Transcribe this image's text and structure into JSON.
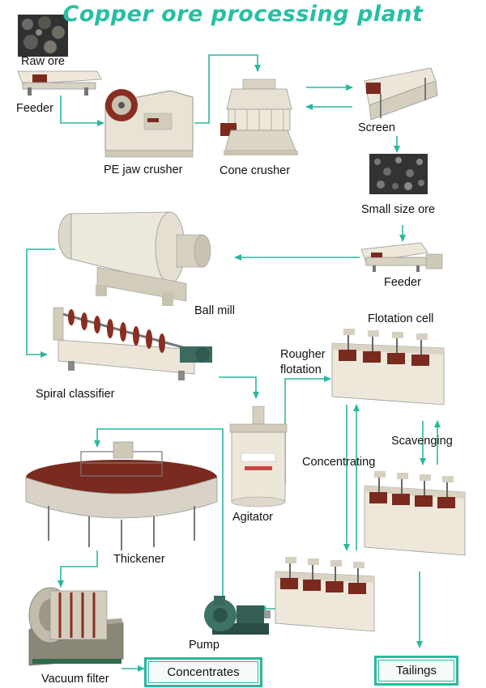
{
  "title": "Copper ore processing plant",
  "colors": {
    "title": "#27bfa4",
    "arrow": "#2bb79f",
    "machine_body": "#e6e1d2",
    "machine_dark": "#7a2a1e",
    "ore": "#3a3a3a"
  },
  "labels": {
    "raw_ore": "Raw ore",
    "feeder_top": "Feeder",
    "jaw_crusher": "PE jaw crusher",
    "cone_crusher": "Cone crusher",
    "screen": "Screen",
    "small_size_ore": "Small size ore",
    "feeder_mid": "Feeder",
    "ball_mill": "Ball mill",
    "flotation_cell": "Flotation cell",
    "rougher_flotation_1": "Rougher",
    "rougher_flotation_2": "flotation",
    "spiral_classifier": "Spiral classifier",
    "scavenging": "Scavenging",
    "concentrating": "Concentrating",
    "agitator": "Agitator",
    "thickener": "Thickener",
    "pump": "Pump",
    "vacuum_filter": "Vacuum filter",
    "concentrates": "Concentrates",
    "tailings": "Tailings"
  }
}
